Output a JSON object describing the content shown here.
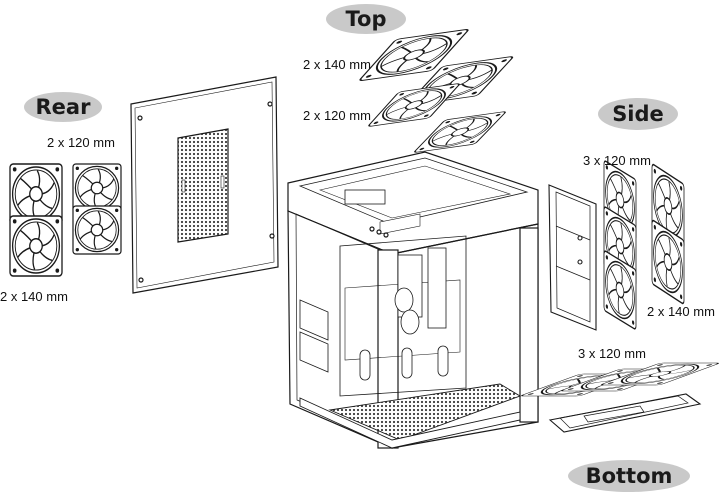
{
  "colors": {
    "line": "#1a1a1a",
    "pill": "#c9c9c9",
    "mesh": "#3a3a3a"
  },
  "sections": {
    "top": {
      "label": "Top",
      "fans_a": "2 x 140 mm",
      "fans_b": "2 x 120 mm"
    },
    "rear": {
      "label": "Rear",
      "fans_a": "2 x 120 mm",
      "fans_b": "2 x 140 mm"
    },
    "side": {
      "label": "Side",
      "fans_a": "3 x 120 mm",
      "fans_b": "2 x 140 mm"
    },
    "bottom": {
      "label": "Bottom",
      "fans_a": "3 x 120 mm"
    }
  }
}
